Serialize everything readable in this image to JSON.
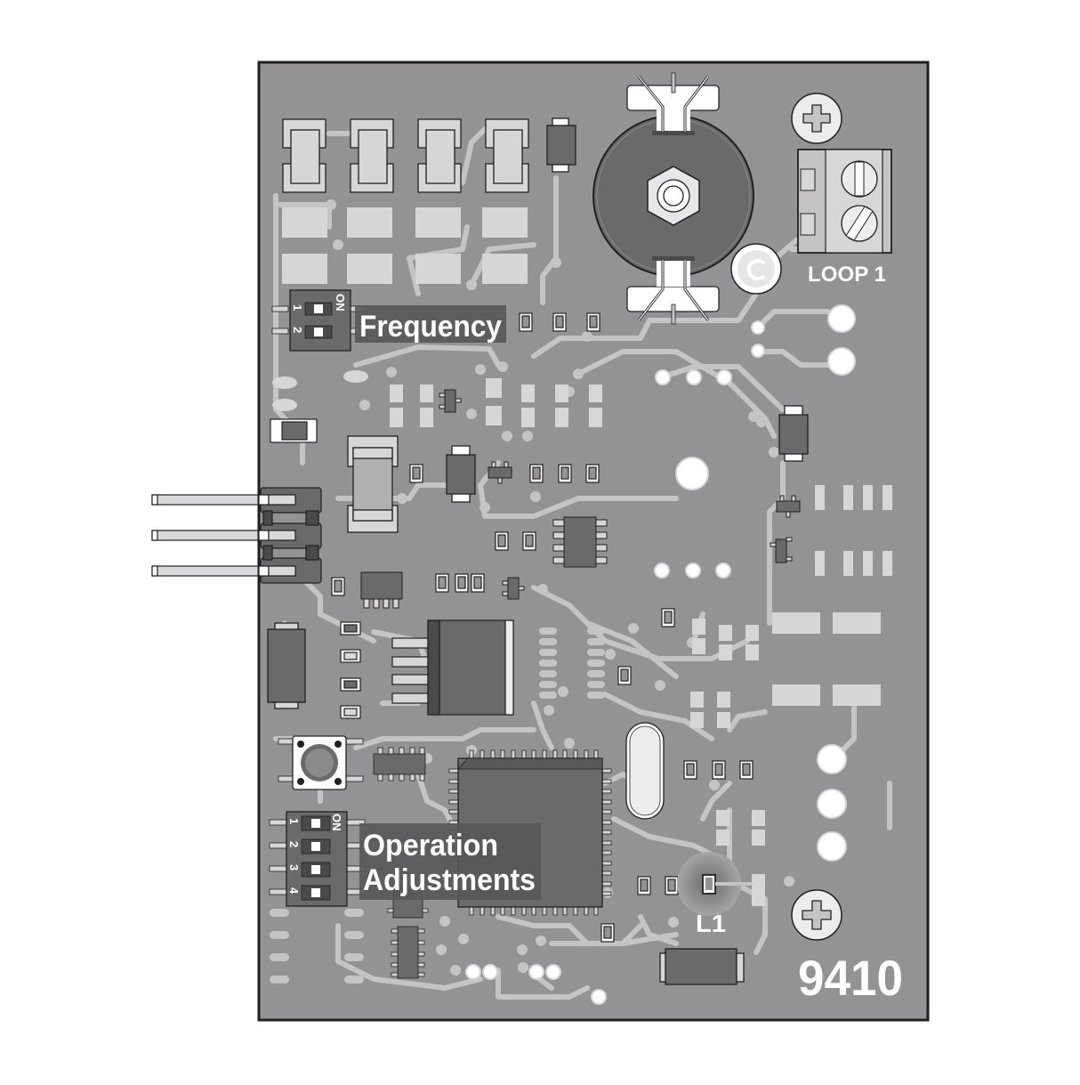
{
  "board": {
    "model_number": "9410",
    "background_color": "#ffffff",
    "board_color": "#939395",
    "trace_color": "#c4c4c6",
    "pad_color": "#d6d6d8",
    "component_dark": "#6a6a6c",
    "outline_color": "#231f20",
    "label_bg": "#58585a"
  },
  "labels": {
    "frequency": "Frequency",
    "operation_line1": "Operation",
    "operation_line2": "Adjustments",
    "loop1": "LOOP 1",
    "led": "L1",
    "model": "9410"
  },
  "frequency_dip": {
    "on_label": "ON",
    "switches": [
      {
        "number": "1"
      },
      {
        "number": "2"
      }
    ]
  },
  "operation_dip": {
    "on_label": "ON",
    "switches": [
      {
        "number": "1"
      },
      {
        "number": "2"
      },
      {
        "number": "3"
      },
      {
        "number": "4"
      }
    ]
  },
  "components": {
    "header_pins": 3,
    "terminal_block_screws": 2,
    "mounting_screws": 2,
    "potentiometer": "adjustment-knob",
    "push_button": "tact-switch",
    "led": "L1"
  }
}
